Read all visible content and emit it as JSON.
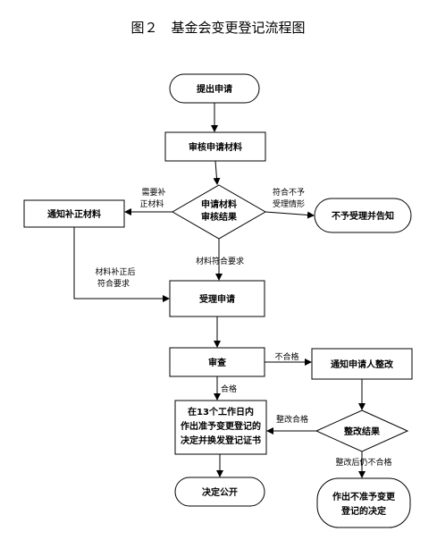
{
  "title": "图２　基金会变更登记流程图",
  "nodes": {
    "start": "提出申请",
    "review_materials": "审核申请材料",
    "review_result": [
      "申请材料",
      "审核结果"
    ],
    "notify_supplement": "通知补正材料",
    "reject_notify": "不予受理并告知",
    "accept": "受理申请",
    "examine": "审查",
    "notify_rectify": "通知申请人整改",
    "decide_issue": [
      "在13个工作日内",
      "作出准予变更登记的",
      "决定并换发登记证书"
    ],
    "rectify_result": "整改结果",
    "publish": "决定公开",
    "deny_decision": [
      "作出不准予变更",
      "登记的决定"
    ]
  },
  "edges": {
    "need_supplement": [
      "需要补",
      "正材料"
    ],
    "not_qualified_accept": [
      "符合不予",
      "受理情形"
    ],
    "meets_requirements": "材料符合要求",
    "supplemented_meets": [
      "材料补正后",
      "符合要求"
    ],
    "fail": "不合格",
    "pass": "合格",
    "rectified_pass": "整改合格",
    "still_fail": "整改后仍不合格"
  }
}
